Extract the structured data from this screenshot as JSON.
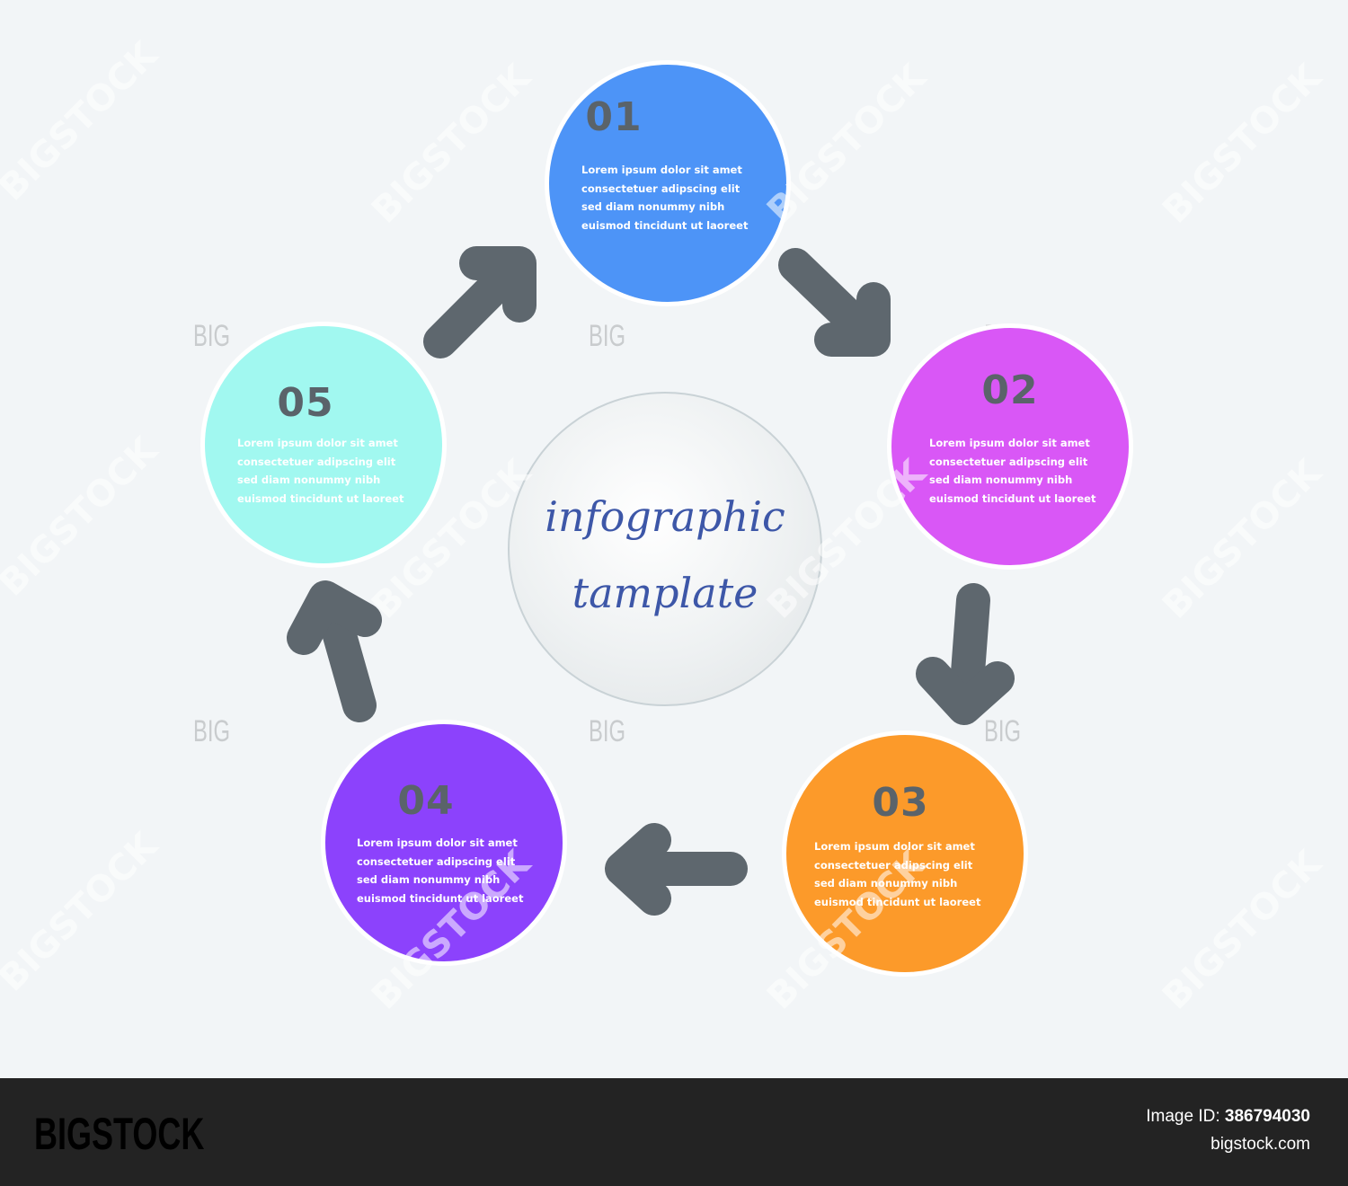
{
  "center": {
    "line1": "infographic",
    "line2": "tamplate",
    "text_color": "#3d57a8"
  },
  "steps": [
    {
      "number": "01",
      "text": "Lorem ipsum dolor sit amet\nconsectetuer adipscing elit\nsed diam nonummy nibh\neuismod tincidunt ut laoreet",
      "color": "#4d94f7"
    },
    {
      "number": "02",
      "text": "Lorem ipsum dolor sit amet\nconsectetuer adipscing elit\nsed diam nonummy nibh\neuismod tincidunt ut laoreet",
      "color": "#d957f6"
    },
    {
      "number": "03",
      "text": "Lorem ipsum dolor sit amet\nconsectetuer adipscing elit\nsed diam nonummy nibh\neuismod tincidunt ut laoreet",
      "color": "#fc9a2a"
    },
    {
      "number": "04",
      "text": "Lorem ipsum dolor sit amet\nconsectetuer adipscing elit\nsed diam nonummy nibh\neuismod tincidunt ut laoreet",
      "color": "#8c42fc"
    },
    {
      "number": "05",
      "text": "Lorem ipsum dolor sit amet\nconsectetuer adipscing elit\nsed diam nonummy nibh\neuismod tincidunt ut laoreet",
      "color": "#a1f8f0"
    }
  ],
  "arrow_color": "#5e676e",
  "watermark": {
    "diagonal": "BIGSTOCK",
    "short": "BIG"
  },
  "footer": {
    "logo": "BIGSTOCK",
    "image_id_label": "Image ID:",
    "image_id": "386794030",
    "site": "bigstock.com"
  }
}
